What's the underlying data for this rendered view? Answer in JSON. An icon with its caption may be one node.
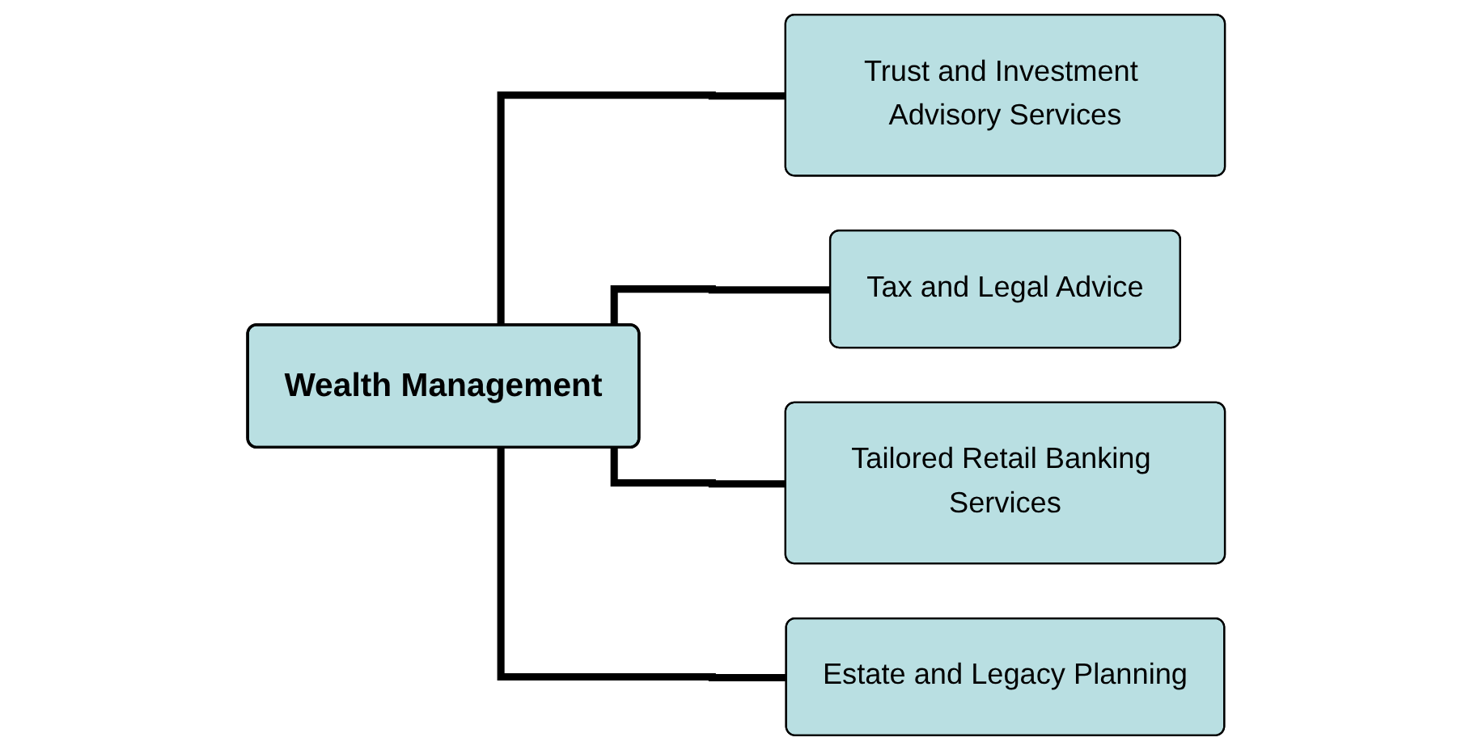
{
  "diagram": {
    "nodes": [
      {
        "text": [
          "Wealth Management"
        ]
      },
      {
        "text": [
          "Trust and Investment Advisory Services"
        ]
      },
      {
        "text": [
          "Tax and Legal Advice"
        ]
      },
      {
        "text": [
          "Tailored Retail Banking Services"
        ]
      },
      {
        "text": [
          "Estate and Legacy Planning"
        ]
      }
    ],
    "edges": [
      {
        "from": 0,
        "to": 1,
        "arrow": "none"
      },
      {
        "from": 0,
        "to": 2,
        "arrow": "none"
      },
      {
        "from": 0,
        "to": 3,
        "arrow": "none"
      },
      {
        "from": 0,
        "to": 4,
        "arrow": "none"
      }
    ]
  }
}
